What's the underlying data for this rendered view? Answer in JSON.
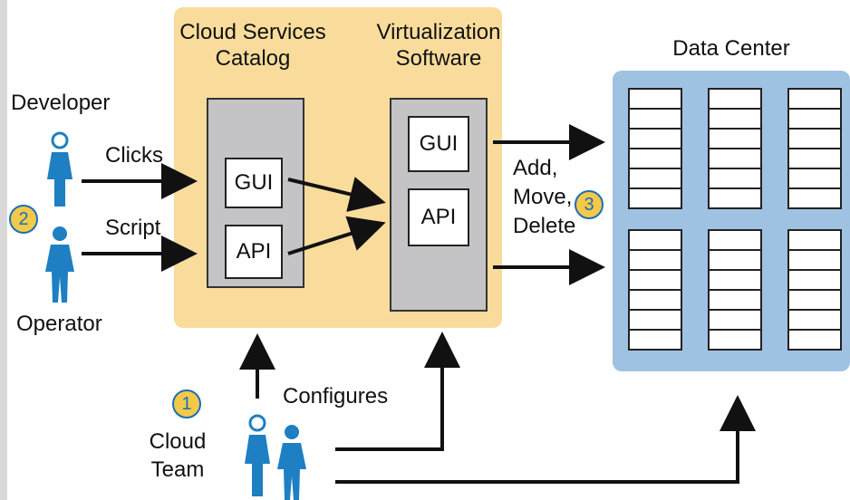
{
  "catalog": {
    "title_line1": "Cloud Services",
    "title_line2": "Catalog",
    "gui": "GUI",
    "api": "API"
  },
  "virtualization": {
    "title_line1": "Virtualization",
    "title_line2": "Software",
    "gui": "GUI",
    "api": "API"
  },
  "data_center": {
    "title": "Data Center"
  },
  "users": {
    "developer": "Developer",
    "operator": "Operator",
    "clicks": "Clicks",
    "script": "Script",
    "badge": "2"
  },
  "actions": {
    "line1": "Add,",
    "line2": "Move,",
    "line3": "Delete",
    "badge": "3"
  },
  "cloud_team": {
    "line1": "Cloud",
    "line2": "Team",
    "configures": "Configures",
    "badge": "1"
  },
  "colors": {
    "panel": "#f9dc9c",
    "gray_box": "#c4c4c6",
    "data_center": "#9fc2e3",
    "person": "#1e7fc2"
  }
}
